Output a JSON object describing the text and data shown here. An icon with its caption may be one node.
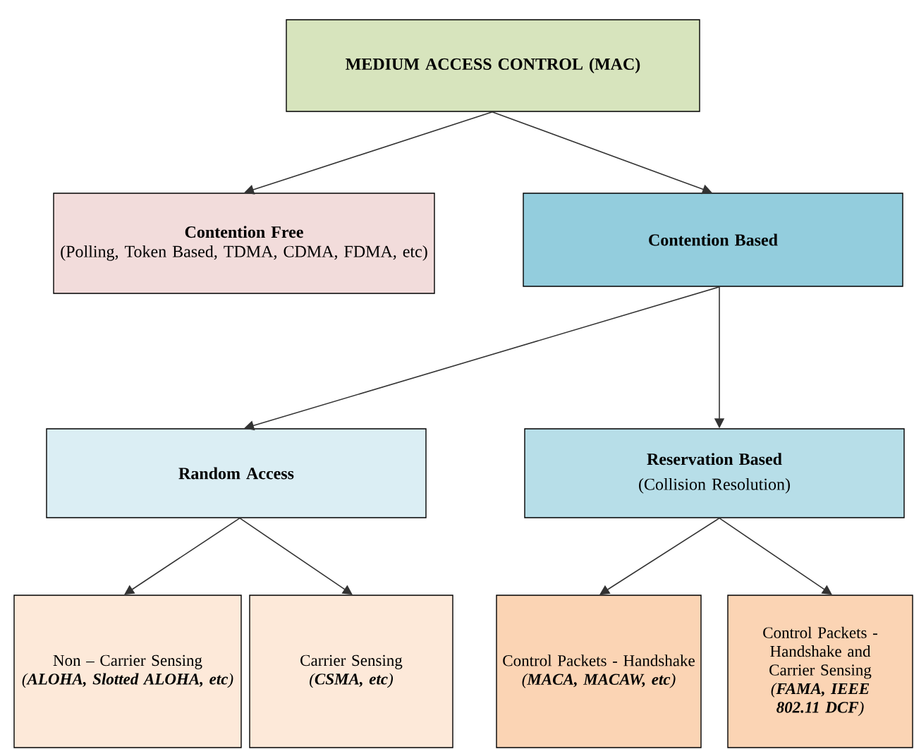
{
  "diagram": {
    "nodes": [
      {
        "text": [
          "MEDIUM ACCESS CONTROL (MAC)"
        ]
      },
      {
        "text": [
          "Contention Free",
          "(Polling, Token Based, TDMA, CDMA, FDMA, etc)"
        ]
      },
      {
        "text": [
          "Contention Based"
        ]
      },
      {
        "text": [
          "Random Access"
        ]
      },
      {
        "text": [
          "Reservation Based",
          "(Collision Resolution)"
        ]
      },
      {
        "text": [
          "Non – Carrier Sensing",
          "(**ALOHA, Slotted ALOHA, etc**)"
        ]
      },
      {
        "text": [
          "Carrier Sensing",
          "(**CSMA, etc**)"
        ]
      },
      {
        "text": [
          "Control Packets - Handshake",
          "(**MACA, MACAW, etc**)"
        ]
      },
      {
        "text": [
          "Control Packets -Handshake and Carrier Sensing",
          "(**FAMA, IEEE 802.11 DCF**)"
        ]
      }
    ],
    "edges": [
      {
        "from": 0,
        "to": 1,
        "arrow": "to"
      },
      {
        "from": 0,
        "to": 2,
        "arrow": "to"
      },
      {
        "from": 2,
        "to": 3,
        "arrow": "to"
      },
      {
        "from": 2,
        "to": 4,
        "arrow": "to"
      },
      {
        "from": 3,
        "to": 5,
        "arrow": "to"
      },
      {
        "from": 3,
        "to": 6,
        "arrow": "to"
      },
      {
        "from": 4,
        "to": 7,
        "arrow": "to"
      },
      {
        "from": 4,
        "to": 8,
        "arrow": "to"
      }
    ]
  }
}
